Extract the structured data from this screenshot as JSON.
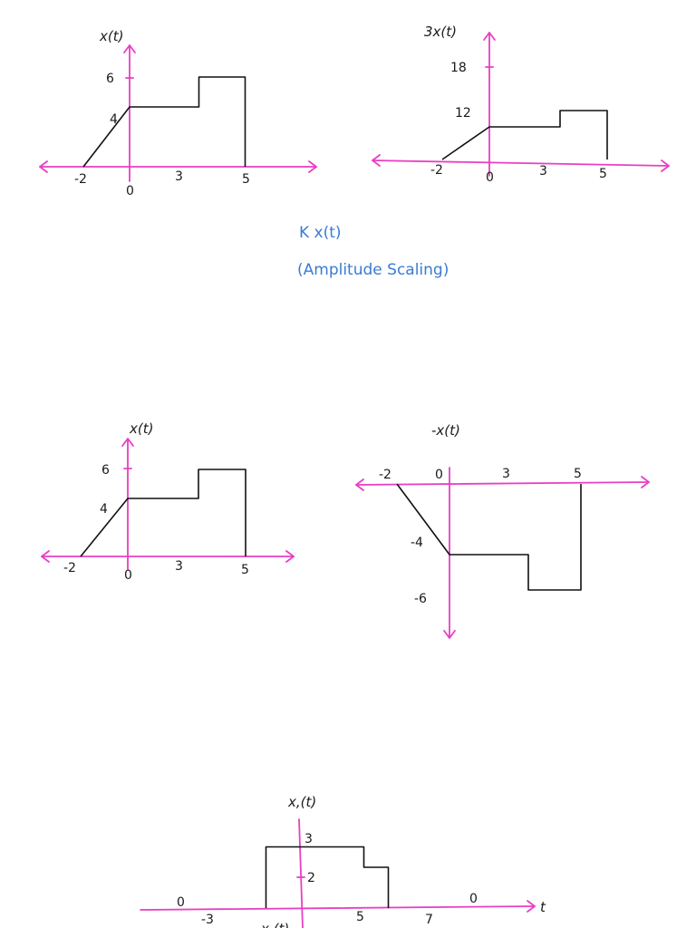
{
  "colors": {
    "axis": "#e83fc4",
    "signal": "#111111",
    "note": "#3a7bd5"
  },
  "note": {
    "line1": "K x(t)",
    "line2": "(Amplitude Scaling)"
  },
  "plots": {
    "p1": {
      "ylabel": "x(t)",
      "ticks": {
        "tm2": "-2",
        "t0": "0",
        "t3": "3",
        "t5": "5",
        "y4": "4",
        "y6": "6"
      },
      "points": [
        [
          -2,
          0
        ],
        [
          0,
          4
        ],
        [
          3,
          4
        ],
        [
          3,
          6
        ],
        [
          5,
          6
        ],
        [
          5,
          0
        ]
      ]
    },
    "p2": {
      "ylabel": "3x(t)",
      "ticks": {
        "tm2": "-2",
        "t0": "0",
        "t3": "3",
        "t5": "5",
        "y12": "12",
        "y18": "18"
      },
      "points": [
        [
          -2,
          0
        ],
        [
          0,
          12
        ],
        [
          3,
          12
        ],
        [
          3,
          18
        ],
        [
          5,
          18
        ],
        [
          5,
          0
        ]
      ]
    },
    "p3": {
      "ylabel": "x(t)",
      "ticks": {
        "tm2": "-2",
        "t0": "0",
        "t3": "3",
        "t5": "5",
        "y4": "4",
        "y6": "6"
      },
      "points": [
        [
          -2,
          0
        ],
        [
          0,
          4
        ],
        [
          3,
          4
        ],
        [
          3,
          6
        ],
        [
          5,
          6
        ],
        [
          5,
          0
        ]
      ]
    },
    "p4": {
      "ylabel": "-x(t)",
      "ticks": {
        "tm2": "-2",
        "t0": "0",
        "t3": "3",
        "t5": "5",
        "ym4": "-4",
        "ym6": "-6"
      },
      "points": [
        [
          -2,
          0
        ],
        [
          0,
          -4
        ],
        [
          3,
          -4
        ],
        [
          3,
          -6
        ],
        [
          5,
          -6
        ],
        [
          5,
          0
        ]
      ]
    },
    "p5": {
      "ylabel": "x,(t)",
      "xlabel": "t",
      "ticks": {
        "tm3": "-3",
        "t5": "5",
        "t7": "7",
        "y3": "3",
        "y2": "2",
        "zl": "0",
        "zr": "0"
      },
      "bottom_cut": "x,(t)",
      "points": [
        [
          -3,
          0
        ],
        [
          -3,
          3
        ],
        [
          5,
          3
        ],
        [
          5,
          2
        ],
        [
          7,
          2
        ],
        [
          7,
          0
        ]
      ]
    }
  }
}
